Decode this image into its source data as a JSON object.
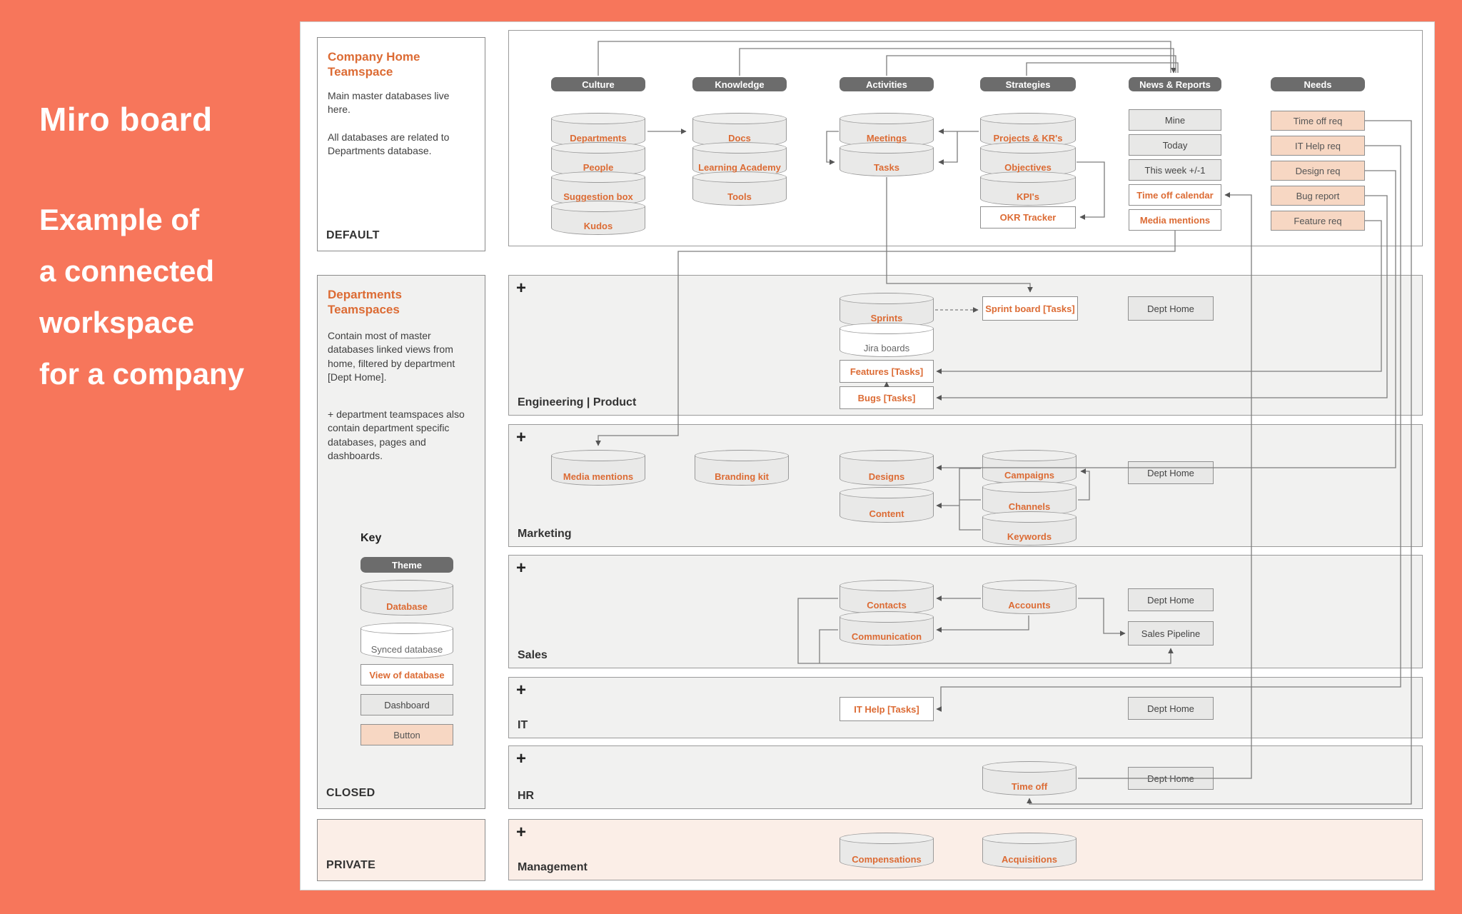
{
  "colors": {
    "band": "#F7765B",
    "accent_orange": "#DC6B34",
    "peach_button": "#F7D7C3",
    "theme_pill": "#6C6C6C",
    "row_bg": "#F1F1F0",
    "private_bg": "#FBEEE7"
  },
  "sidebar": {
    "title": "Miro board",
    "line1": "Example of",
    "line2": "a connected",
    "line3": "workspace",
    "line4": "for a company"
  },
  "company_home": {
    "title": "Company Home Teamspace",
    "body1": "Main master databases live here.",
    "body2": "All databases are related to Departments database.",
    "footer": "DEFAULT"
  },
  "departments": {
    "title": "Departments Teamspaces",
    "body1": "Contain most of master databases linked views from home, filtered by department [Dept Home].",
    "body2": "+ department teamspaces also contain department specific databases, pages and dashboards.",
    "key_title": "Key",
    "key": {
      "theme": "Theme",
      "database": "Database",
      "synced": "Synced database",
      "view": "View of database",
      "dashboard": "Dashboard",
      "button": "Button"
    },
    "footer": "CLOSED"
  },
  "private": {
    "footer": "PRIVATE"
  },
  "home": {
    "columns": [
      {
        "label": "Culture",
        "items": [
          "Departments",
          "People",
          "Suggestion box",
          "Kudos"
        ]
      },
      {
        "label": "Knowledge",
        "items": [
          "Docs",
          "Learning Academy",
          "Tools"
        ]
      },
      {
        "label": "Activities",
        "items": [
          "Meetings",
          "Tasks"
        ]
      },
      {
        "label": "Strategies",
        "items": [
          "Projects & KR's",
          "Objectives",
          "KPI's"
        ],
        "view": "OKR Tracker"
      },
      {
        "label": "News & Reports",
        "dashboards": [
          "Mine",
          "Today",
          "This week +/-1"
        ],
        "views": [
          "Time off calendar",
          "Media mentions"
        ]
      },
      {
        "label": "Needs",
        "buttons": [
          "Time off req",
          "IT Help req",
          "Design req",
          "Bug report",
          "Feature req"
        ]
      }
    ]
  },
  "rows": [
    {
      "plus": "+",
      "label": "Engineering | Product",
      "db": [
        "Sprints"
      ],
      "synced": [
        "Jira boards"
      ],
      "views": [
        "Features [Tasks]",
        "Bugs [Tasks]",
        "Sprint board [Tasks]"
      ],
      "dash": [
        "Dept Home"
      ]
    },
    {
      "plus": "+",
      "label": "Marketing",
      "db": [
        "Media mentions",
        "Branding kit",
        "Designs",
        "Content",
        "Campaigns",
        "Channels",
        "Keywords"
      ],
      "dash": [
        "Dept Home"
      ]
    },
    {
      "plus": "+",
      "label": "Sales",
      "db": [
        "Contacts",
        "Communication",
        "Accounts"
      ],
      "dash": [
        "Dept Home",
        "Sales Pipeline"
      ]
    },
    {
      "plus": "+",
      "label": "IT",
      "views": [
        "IT Help [Tasks]"
      ],
      "dash": [
        "Dept Home"
      ]
    },
    {
      "plus": "+",
      "label": "HR",
      "db": [
        "Time off"
      ],
      "dash": [
        "Dept Home"
      ]
    },
    {
      "plus": "+",
      "label": "Management",
      "db": [
        "Compensations",
        "Acquisitions"
      ]
    }
  ]
}
